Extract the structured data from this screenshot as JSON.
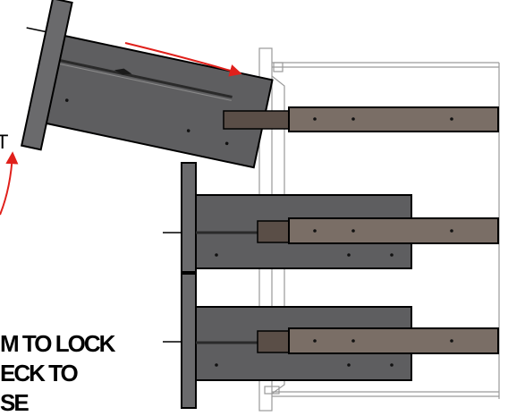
{
  "instruction": {
    "line1": "M TO LOCK",
    "line2": "ECK TO",
    "line3": "SE"
  },
  "edge_fragment": "T",
  "colors": {
    "drawer_box": "#5e5e60",
    "drawer_box_dark": "#3b3b3d",
    "front_panel": "#6a6a6c",
    "slide_rail": "#7a6e66",
    "slide_rail_dark": "#5a4e47",
    "cabinet_line": "#9a9a9a",
    "arrow": "#e0201b",
    "outline": "#000000"
  },
  "diagram": {
    "drawers": [
      {
        "id": "tilted",
        "state": "lifted-for-removal"
      },
      {
        "id": "middle",
        "state": "installed"
      },
      {
        "id": "bottom",
        "state": "installed"
      }
    ],
    "arrows": [
      {
        "id": "tilt-arrow",
        "meaning": "drawer-rotation"
      },
      {
        "id": "lift-arrow",
        "meaning": "lift-front"
      }
    ]
  }
}
